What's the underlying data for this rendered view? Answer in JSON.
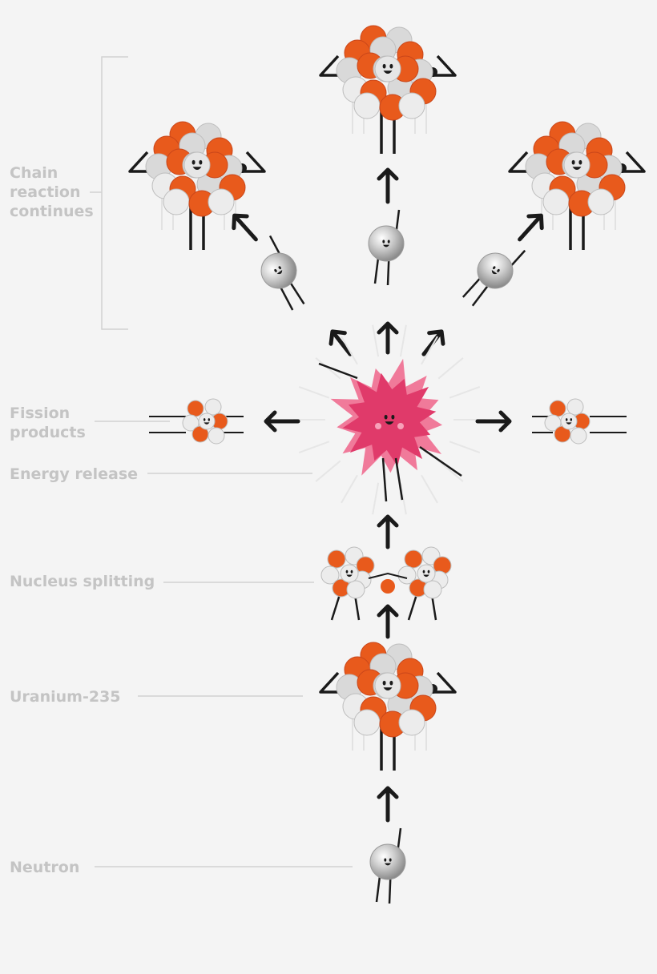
{
  "labels": {
    "chain_reaction": [
      "Chain",
      "reaction",
      "continues"
    ],
    "fission_products": [
      "Fission",
      "products"
    ],
    "energy_release": "Energy release",
    "nucleus_splitting": "Nucleus splitting",
    "uranium": "Uranium-235",
    "neutron": "Neutron"
  },
  "colors": {
    "background": "#f4f4f4",
    "label_text": "#c4c4c4",
    "leader_line": "#d2d2d2",
    "proton_orange": "#e85a1c",
    "neutron_grey": "#d9d9d9",
    "neutron_light": "#ececec",
    "burst_pink": "#e03a6a",
    "burst_light": "#f07a9a",
    "ink": "#1a1a1a"
  },
  "icons": [
    "uranium-nucleus-character",
    "neutron-character",
    "explosion-burst-character",
    "arrow-icon",
    "fission-product-character"
  ]
}
